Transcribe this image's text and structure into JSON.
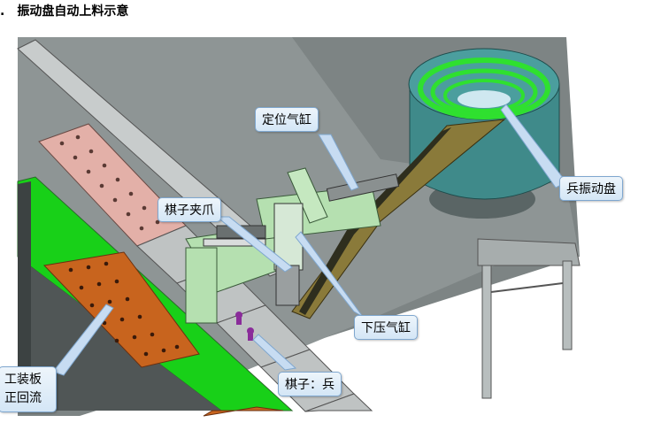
{
  "heading": {
    "number": ".",
    "title": "振动盘自动上料示意"
  },
  "callouts": {
    "positioning_cylinder": "定位气缸",
    "vibratory_bowl": "兵振动盘",
    "chess_gripper": "棋子夹爪",
    "press_cylinder": "下压气缸",
    "piece_label": "棋子：兵",
    "fixture_line1": "工装板",
    "fixture_line2": "正回流"
  },
  "colors": {
    "conveyor_green": "#18d018",
    "fixture_orange": "#c8641e",
    "fixture_pink": "#e3b0a8",
    "frame_gray": "#8a8f8f",
    "machine_green": "#b5e0b0",
    "bowl_teal": "#3f8a8a",
    "callout_fill": "#dbe9f7",
    "callout_border": "#7fa7cf"
  }
}
